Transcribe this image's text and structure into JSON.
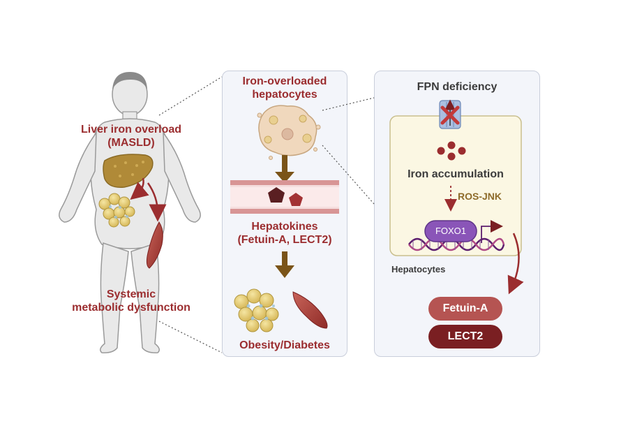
{
  "left": {
    "liver_label_line1": "Liver iron overload",
    "liver_label_line2": "(MASLD)",
    "systemic_line1": "Systemic",
    "systemic_line2": "metabolic dysfunction"
  },
  "middle": {
    "title_line1": "Iron-overloaded",
    "title_line2": "hepatocytes",
    "hepatokines_line1": "Hepatokines",
    "hepatokines_line2": "(Fetuin-A, LECT2)",
    "outcome": "Obesity/Diabetes"
  },
  "right": {
    "title": "FPN deficiency",
    "iron_accumulation": "Iron accumulation",
    "pathway": "ROS-JNK",
    "foxo1": "FOXO1",
    "cell_label": "Hepatocytes",
    "output1": "Fetuin-A",
    "output2": "LECT2"
  },
  "colors": {
    "accent_red": "#9b2d2f",
    "dark_red": "#7a1f22",
    "gold": "#8e6b2a",
    "foxo_purple": "#8a55b8",
    "panel_bg": "#f3f5fa"
  }
}
